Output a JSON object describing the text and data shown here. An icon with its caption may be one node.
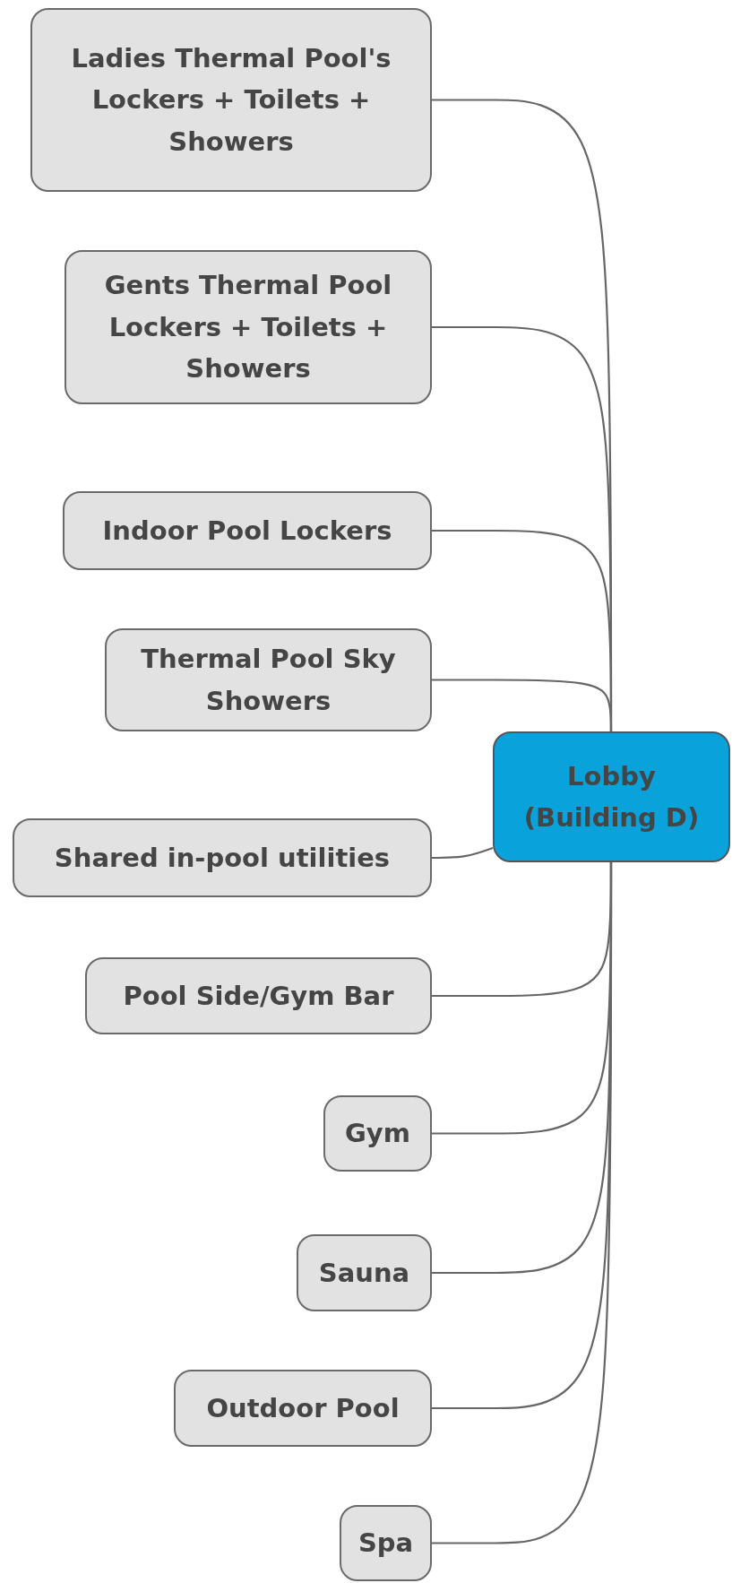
{
  "diagram": {
    "nodes": [
      {
        "text": [
          "Ladies Thermal Pool's Lockers + Toilets + Showers"
        ]
      },
      {
        "text": [
          "Gents Thermal Pool Lockers + Toilets + Showers"
        ]
      },
      {
        "text": [
          "Indoor Pool Lockers"
        ]
      },
      {
        "text": [
          "Thermal Pool Sky Showers"
        ]
      },
      {
        "text": [
          "Shared in-pool utilities"
        ]
      },
      {
        "text": [
          "Pool Side/Gym Bar"
        ]
      },
      {
        "text": [
          "Gym"
        ]
      },
      {
        "text": [
          "Sauna"
        ]
      },
      {
        "text": [
          "Outdoor Pool"
        ]
      },
      {
        "text": [
          "Spa"
        ]
      },
      {
        "text": [
          "Lobby (Building D)"
        ]
      }
    ],
    "edges": [
      {
        "from": 10,
        "to": 0,
        "arrow": "none"
      },
      {
        "from": 10,
        "to": 1,
        "arrow": "none"
      },
      {
        "from": 10,
        "to": 2,
        "arrow": "none"
      },
      {
        "from": 10,
        "to": 3,
        "arrow": "none"
      },
      {
        "from": 10,
        "to": 4,
        "arrow": "none"
      },
      {
        "from": 10,
        "to": 5,
        "arrow": "none"
      },
      {
        "from": 10,
        "to": 6,
        "arrow": "none"
      },
      {
        "from": 10,
        "to": 7,
        "arrow": "none"
      },
      {
        "from": 10,
        "to": 8,
        "arrow": "none"
      },
      {
        "from": 10,
        "to": 9,
        "arrow": "none"
      }
    ]
  }
}
